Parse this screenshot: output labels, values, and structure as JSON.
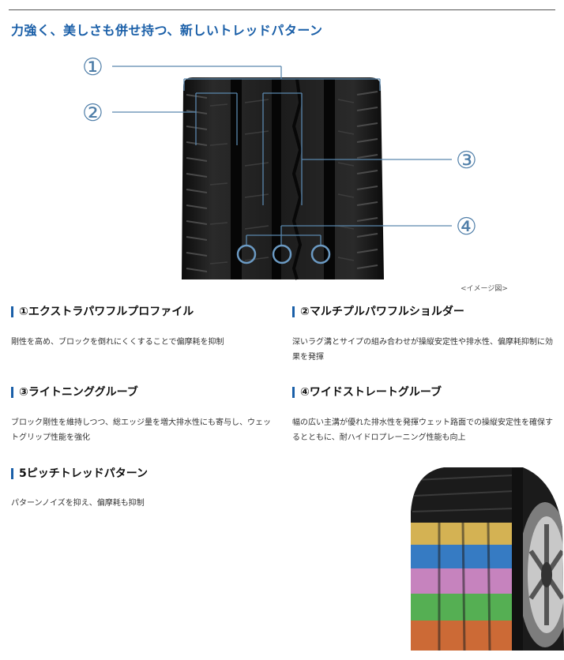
{
  "page": {
    "title": "力強く、美しさも併せ持つ、新しいトレッドパターン",
    "caption": "<イメージ図>"
  },
  "diagram": {
    "callouts": [
      "①",
      "②",
      "③",
      "④"
    ]
  },
  "features": [
    {
      "heading": "①エクストラパワフルプロファイル",
      "text": "剛性を高め、ブロックを倒れにくくすることで偏摩耗を抑制"
    },
    {
      "heading": "②マルチプルパワフルショルダー",
      "text": "深いラグ溝とサイプの組み合わせが操縦安定性や排水性、偏摩耗抑制に効果を発揮"
    },
    {
      "heading": "③ライトニンググルーブ",
      "text": "ブロック剛性を維持しつつ、総エッジ量を増大排水性にも寄与し、ウェットグリップ性能を強化"
    },
    {
      "heading": "④ワイドストレートグルーブ",
      "text": "幅の広い主溝が優れた排水性を発揮ウェット路面での操縦安定性を確保するとともに、耐ハイドロプレーニング性能も向上"
    },
    {
      "heading": "5ピッチトレッドパターン",
      "text": "パターンノイズを抑え、偏摩耗も抑制"
    }
  ],
  "colors": {
    "accent": "#1a5fa8",
    "band_yellow": "#e9c35a",
    "band_blue": "#3a86d6",
    "band_pink": "#d98fd0",
    "band_green": "#5cc05a",
    "band_orange": "#e0733a"
  }
}
